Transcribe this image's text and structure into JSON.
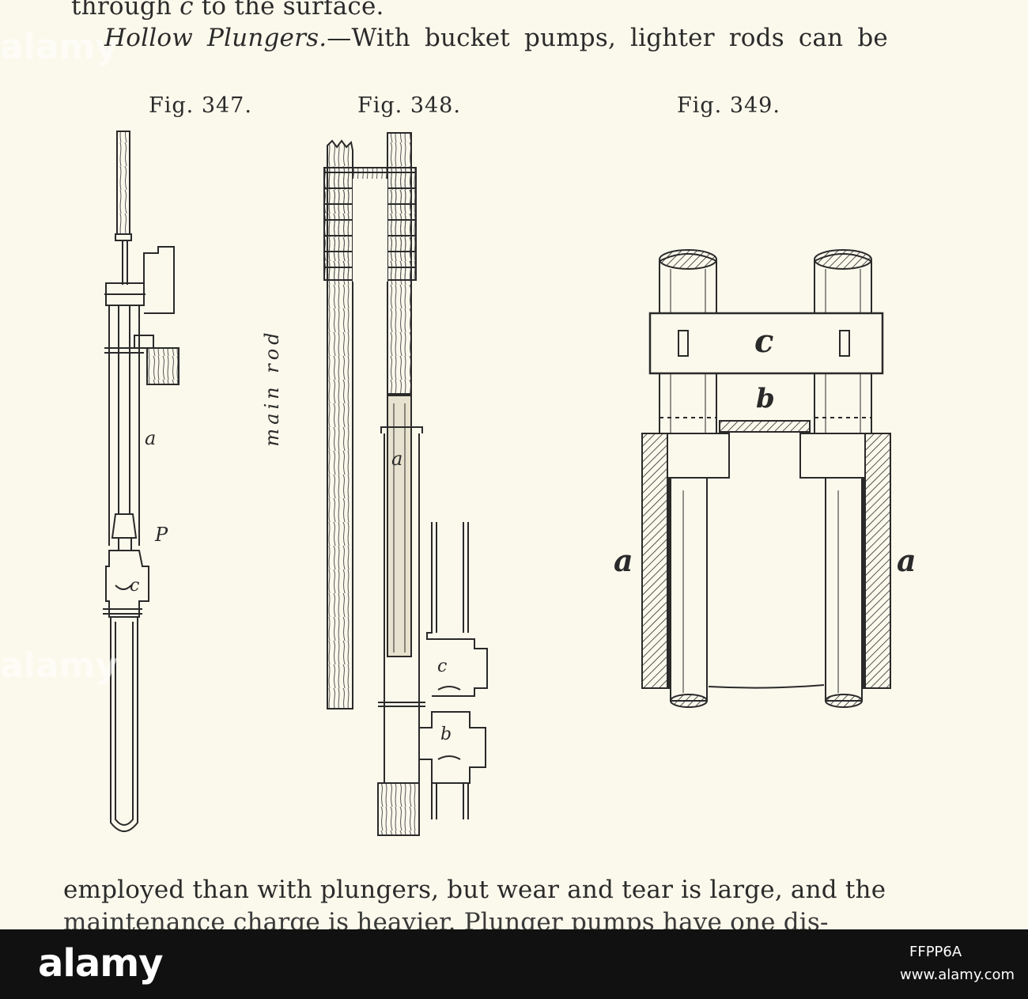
{
  "text": {
    "line1_pre": "through ",
    "line1_var": "c",
    "line1_post": " to the surface.",
    "line2_italic": "Hollow Plungers.",
    "line2_rest": "—With bucket pumps, lighter rods can be",
    "line3": "employed than with plungers, but wear and tear is large, and the",
    "line4": "maintenance charge is heavier. Plunger pumps have one dis-"
  },
  "captions": {
    "fig347": "Fig. 347.",
    "fig348": "Fig. 348.",
    "fig349": "Fig. 349."
  },
  "labels": {
    "fig347": {
      "a": "a",
      "p": "P",
      "c": "c"
    },
    "fig348": {
      "main_rod": "main rod",
      "a": "a",
      "c": "c",
      "b": "b"
    },
    "fig349": {
      "c": "c",
      "b": "b",
      "a_left": "a",
      "a_right": "a"
    }
  },
  "watermark": {
    "logo": "alamy",
    "image_id": "FFPP6A",
    "site": "www.alamy.com"
  }
}
